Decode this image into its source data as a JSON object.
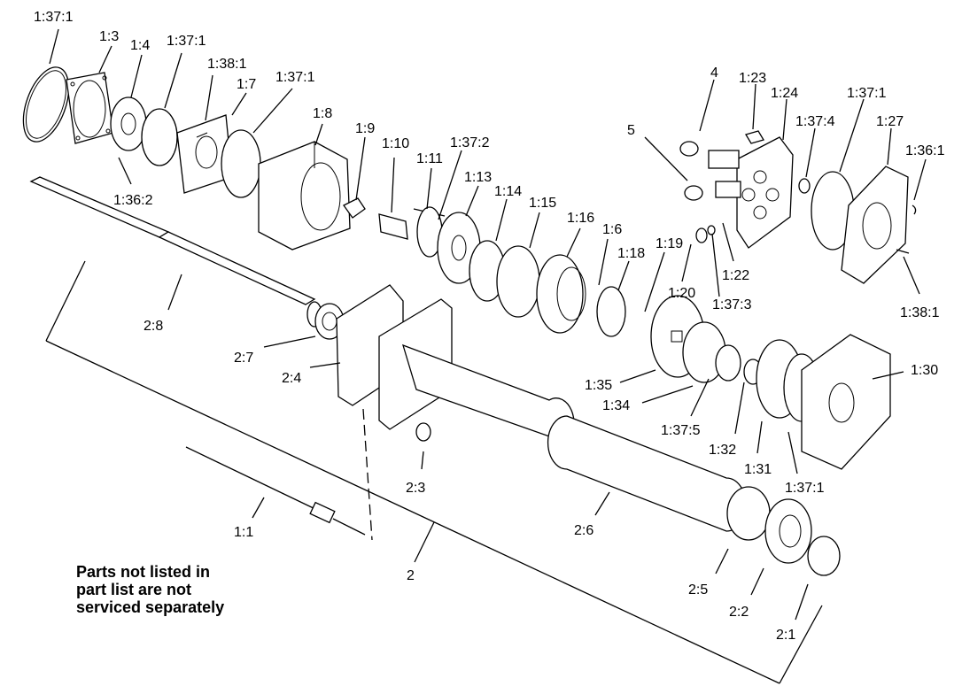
{
  "note": {
    "lines": [
      "Parts not listed in",
      "part list are not",
      "serviced separately"
    ]
  },
  "callouts": [
    "1:37:1",
    "1:3",
    "1:4",
    "1:37:1",
    "1:38:1",
    "1:7",
    "1:37:1",
    "1:8",
    "1:9",
    "1:10",
    "1:11",
    "1:37:2",
    "1:13",
    "1:14",
    "1:15",
    "1:16",
    "1:6",
    "1:18",
    "1:19",
    "1:20",
    "1:37:3",
    "1:22",
    "4",
    "5",
    "1:23",
    "1:24",
    "1:37:4",
    "1:37:1",
    "1:27",
    "1:36:1",
    "1:38:1",
    "1:36:2",
    "2:8",
    "2:7",
    "2:4",
    "2:3",
    "1:1",
    "2",
    "2:6",
    "1:35",
    "1:34",
    "1:37:5",
    "1:32",
    "1:31",
    "1:37:1",
    "1:30",
    "2:5",
    "2:2",
    "2:1"
  ]
}
